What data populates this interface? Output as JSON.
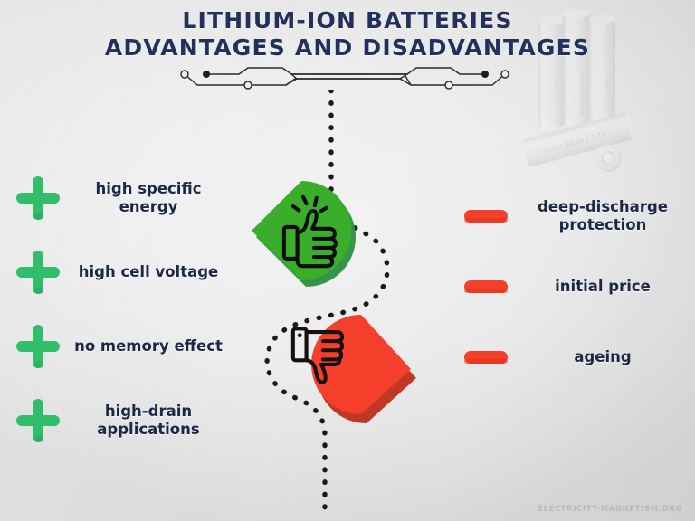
{
  "header": {
    "title_line1": "LITHIUM-ION BATTERIES",
    "title_line2": "ADVANTAGES AND DISADVANTAGES",
    "decoration": "circuit-trace"
  },
  "center": {
    "good_badge_icon": "thumbs-up-icon",
    "bad_badge_icon": "thumbs-down-icon",
    "divider": "dotted-s-curve"
  },
  "advantages": {
    "marker_icon": "plus-icon",
    "items": [
      {
        "label": "high specific energy"
      },
      {
        "label": "high cell voltage"
      },
      {
        "label": "no memory effect"
      },
      {
        "label": "high-drain applications"
      }
    ]
  },
  "disadvantages": {
    "marker_icon": "minus-icon",
    "items": [
      {
        "label": "deep-discharge protection"
      },
      {
        "label": "initial price"
      },
      {
        "label": "ageing"
      }
    ]
  },
  "watermark": {
    "text": "ELECTRICITY-MAGNETISM.ORG"
  },
  "colors": {
    "title": "#24305c",
    "body_text": "#1d2748",
    "green_badge": "#3aae2b",
    "green_badge_shadow": "#2d8f42",
    "green_plus": "#31bd6a",
    "red_badge": "#f4402a",
    "red_badge_shadow": "#c8301d",
    "red_dash": "#f4402a",
    "dots": "#1a1a1a",
    "background_light": "#f2f2f2",
    "background_dark": "#dcdcdc"
  }
}
